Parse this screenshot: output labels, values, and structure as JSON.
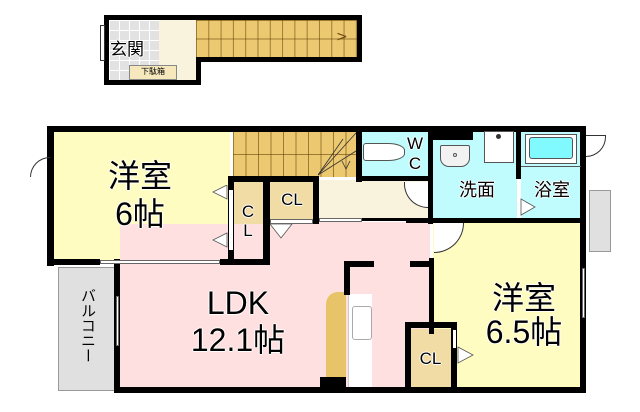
{
  "floorplan": {
    "upper": {
      "entrance": "玄関",
      "shoe_box": "下駄箱"
    },
    "rooms": {
      "western_left": {
        "name": "洋室",
        "size": "6帖"
      },
      "cl_left_vertical": {
        "line1": "C",
        "line2": "L"
      },
      "cl_small": "CL",
      "wc": {
        "line1": "W",
        "line2": "C"
      },
      "washroom": "洗面",
      "bathroom": "浴室",
      "ldk": {
        "name": "LDK",
        "size": "12.1帖"
      },
      "western_right": {
        "name": "洋室",
        "size": "6.5帖"
      },
      "cl_right": "CL",
      "balcony": "バルコニー"
    },
    "colors": {
      "western": "#fefcc0",
      "ldk": "#fee0e0",
      "water": "#c0fcfe",
      "hall": "#f9f2dc",
      "closet": "#f1dca5",
      "stairs": "#ecc870",
      "balcony": "#e0e0e0"
    }
  }
}
